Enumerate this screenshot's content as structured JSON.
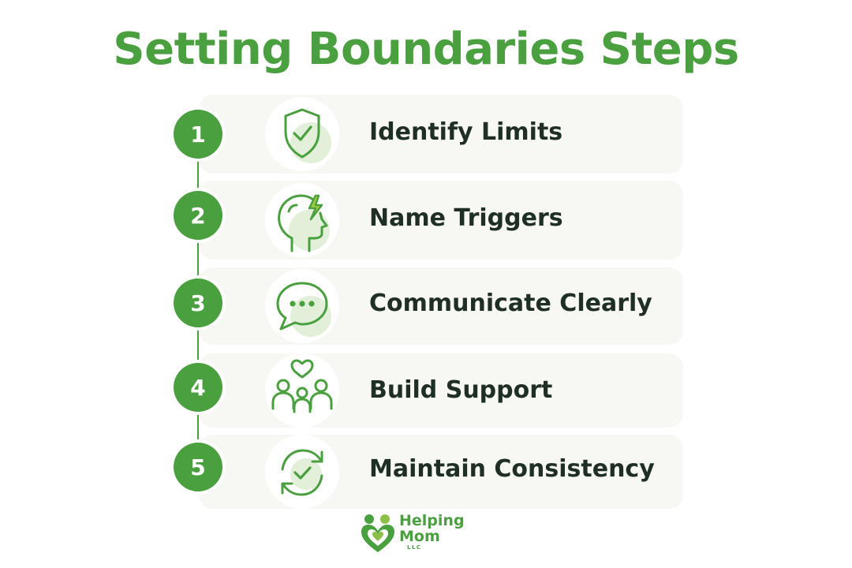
{
  "title": "Setting Boundaries Steps",
  "colors": {
    "accent": "#4a9f3f",
    "card": "#f7f7f4",
    "label": "#1f2f24"
  },
  "steps": [
    {
      "number": "1",
      "label": "Identify Limits",
      "icon": "shield-check-icon"
    },
    {
      "number": "2",
      "label": "Name Triggers",
      "icon": "head-lightning-icon"
    },
    {
      "number": "3",
      "label": "Communicate Clearly",
      "icon": "speech-bubble-icon"
    },
    {
      "number": "4",
      "label": "Build Support",
      "icon": "people-heart-icon"
    },
    {
      "number": "5",
      "label": "Maintain Consistency",
      "icon": "cycle-check-icon"
    }
  ],
  "logo": {
    "line1": "Helping",
    "line2": "Mom",
    "line3": "LLC"
  }
}
